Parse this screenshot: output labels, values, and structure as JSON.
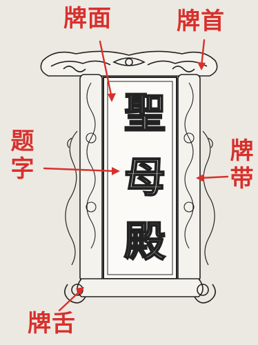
{
  "labels": {
    "pai_mian": "牌面",
    "pai_shou": "牌首",
    "ti_zi": "题字",
    "pai_dai": "牌带",
    "pai_she": "牌舌"
  },
  "inscription": [
    "聖",
    "母",
    "殿"
  ],
  "colors": {
    "label": "#d8302c",
    "background": "#ece9e2",
    "line_art": "#222222"
  }
}
